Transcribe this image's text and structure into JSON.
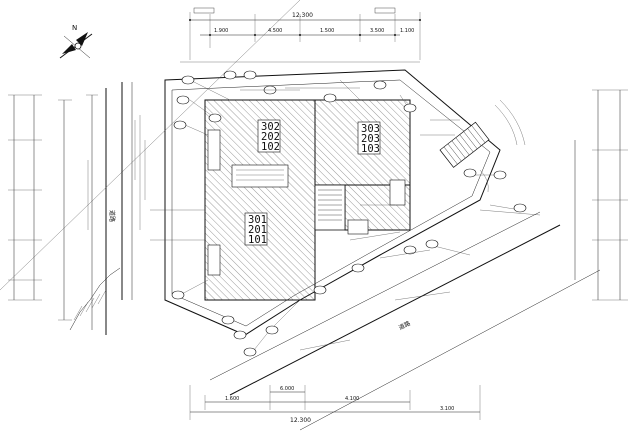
{
  "drawing": {
    "north_symbol": "north-arrow",
    "unit_blocks": [
      {
        "lines": [
          "302",
          "202",
          "102"
        ]
      },
      {
        "lines": [
          "303",
          "203",
          "103"
        ]
      },
      {
        "lines": [
          "301",
          "201",
          "101"
        ]
      }
    ],
    "dimensions": {
      "top_overall": "12.300",
      "top_parts": [
        "1.900",
        "4.500",
        "1.500",
        "3.500",
        "1.100"
      ],
      "bottom_overall": "12.300",
      "bottom_parts": [
        "1.600",
        "4.100",
        "3.100"
      ],
      "bottom_small": "6.000"
    },
    "labels": {
      "road_right": "道路",
      "road_left": "道路"
    }
  }
}
